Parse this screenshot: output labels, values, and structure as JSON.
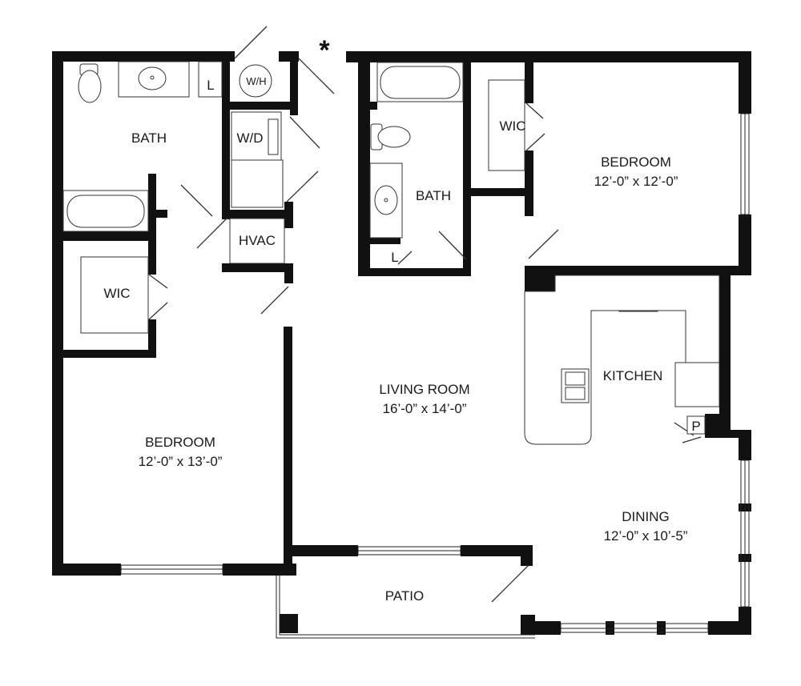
{
  "marker": "*",
  "rooms": {
    "bath_left": "BATH",
    "wh": "W/H",
    "laundry": "L",
    "wd": "W/D",
    "hvac": "HVAC",
    "wic_left": "WIC",
    "bedroom_left": {
      "name": "BEDROOM",
      "size": "12’-0” x 13’-0”"
    },
    "bath_right": "BATH",
    "linen_right": "L",
    "wic_right": "WIC",
    "bedroom_right": {
      "name": "BEDROOM",
      "size": "12’-0” x 12’-0”"
    },
    "kitchen": "KITCHEN",
    "pantry": "P",
    "living": {
      "name": "LIVING ROOM",
      "size": "16’-0” x 14’-0”"
    },
    "dining": {
      "name": "DINING",
      "size": "12’-0” x 10’-5”"
    },
    "patio": "PATIO"
  }
}
